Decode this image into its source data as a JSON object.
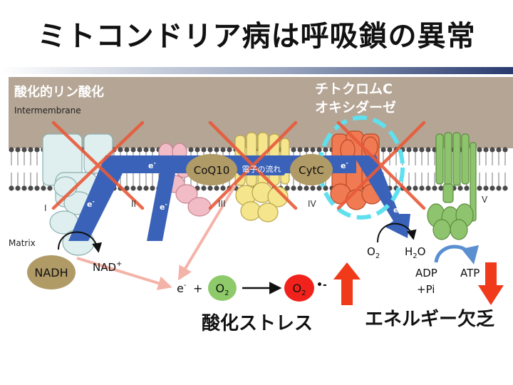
{
  "title": "ミトコンドリア病は呼吸鎖の異常",
  "labels": {
    "oxphos": "酸化的リン酸化",
    "intermembrane": "Intermembrane",
    "matrix": "Matrix",
    "cytochrome_line1": "チトクロムC",
    "cytochrome_line2": "オキシダーゼ",
    "coq10": "CoQ10",
    "cytc": "CytC",
    "electron_flow": "電子の流れ",
    "electron": "e",
    "electron_sup": "-",
    "complex_1": "I",
    "complex_2": "II",
    "complex_3": "III",
    "complex_4": "IV",
    "complex_5": "V",
    "nadh": "NADH",
    "nad": "NAD",
    "nad_sup": "+",
    "o2_reactant": "O",
    "o2_reactant_sub": "2",
    "h2o_h": "H",
    "h2o_sub": "2",
    "h2o_o": "O",
    "adp": "ADP",
    "pi": "+Pi",
    "atp": "ATP",
    "eq_electron": "e",
    "eq_electron_sup": "-",
    "eq_plus": "+",
    "eq_o2": "O",
    "eq_o2_sub": "2",
    "eq_superoxide": "O",
    "eq_superoxide_sub": "2",
    "eq_radical": "•-",
    "oxidative_stress": "酸化ストレス",
    "energy_deficit": "エネルギー欠乏"
  },
  "colors": {
    "membrane": "#b5a595",
    "lipid_head": "#4a4a4a",
    "electron_arrow": "#3a62b8",
    "complex_1": "#dfeeee",
    "complex_2": "#f2bcc6",
    "complex_3": "#f5e58c",
    "complex_4": "#f07a52",
    "complex_5": "#8fc46e",
    "carrier": "#b09a66",
    "cross": "#e85a3a",
    "highlight_ring": "#5ee0ef",
    "up_arrow": "#f03a1a",
    "down_arrow": "#f03a1a",
    "superoxide": "#f0221b",
    "o2_badge": "#8fca6a",
    "nadh_badge": "#b09a66"
  }
}
